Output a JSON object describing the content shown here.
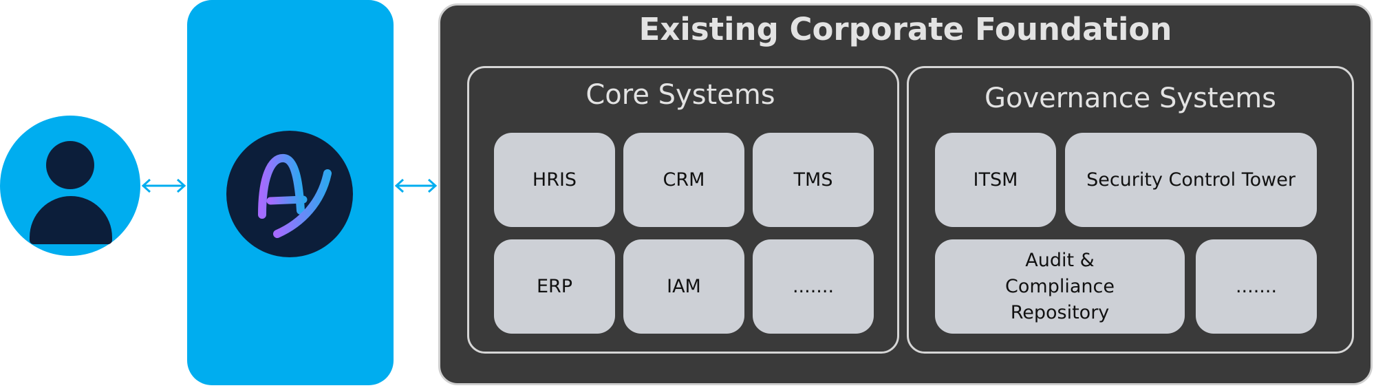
{
  "foundation": {
    "title": "Existing Corporate Foundation"
  },
  "core": {
    "title": "Core Systems",
    "items": [
      "HRIS",
      "CRM",
      "TMS",
      "ERP",
      "IAM",
      "......."
    ]
  },
  "governance": {
    "title": "Governance Systems",
    "items": [
      "ITSM",
      "Security Control Tower",
      "Audit & Compliance Repository",
      "......."
    ]
  },
  "colors": {
    "accent_blue": "#00adef",
    "dark_navy": "#0c1e3a",
    "panel_dark": "#3a3a3a",
    "box_grey": "#cdd0d6",
    "logo_gradient_start": "#a66bff",
    "logo_gradient_end": "#2fa7f0"
  },
  "icons": {
    "user": "user-icon",
    "agent": "agent-logo-icon",
    "arrow": "bidirectional-arrow-icon"
  }
}
